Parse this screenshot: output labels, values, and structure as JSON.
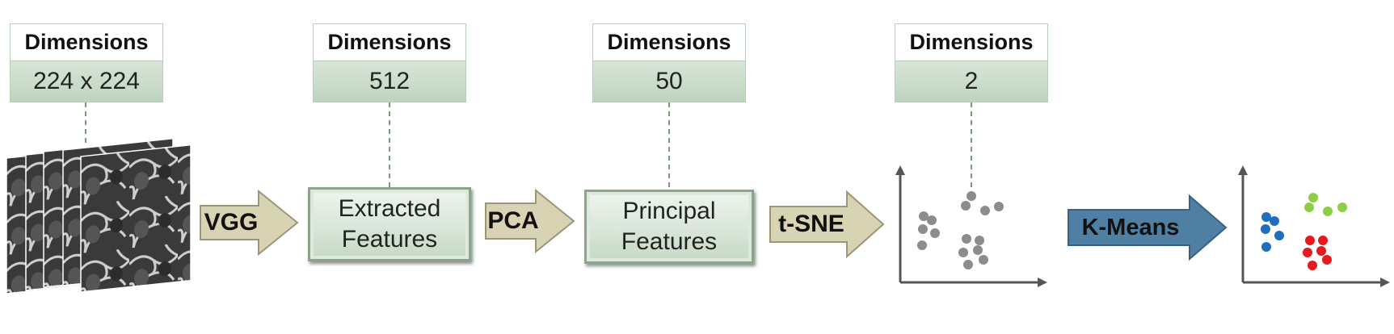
{
  "stages": [
    {
      "dim_header": "Dimensions",
      "dim_value": "224 x 224"
    },
    {
      "dim_header": "Dimensions",
      "dim_value": "512",
      "box_label": "Extracted\nFeatures"
    },
    {
      "dim_header": "Dimensions",
      "dim_value": "50",
      "box_label": "Principal\nFeatures"
    },
    {
      "dim_header": "Dimensions",
      "dim_value": "2"
    }
  ],
  "arrows": [
    {
      "label": "VGG",
      "color": "#d8d3b2"
    },
    {
      "label": "PCA",
      "color": "#d8d3b2"
    },
    {
      "label": "t-SNE",
      "color": "#d8d3b2"
    },
    {
      "label": "K-Means",
      "color": "#4f7fa3"
    }
  ],
  "colors": {
    "cluster_blue": "#1f6fbf",
    "cluster_green": "#8ccf45",
    "cluster_red": "#e41a1c",
    "points_gray": "#8c8c8c",
    "axis": "#555555"
  }
}
